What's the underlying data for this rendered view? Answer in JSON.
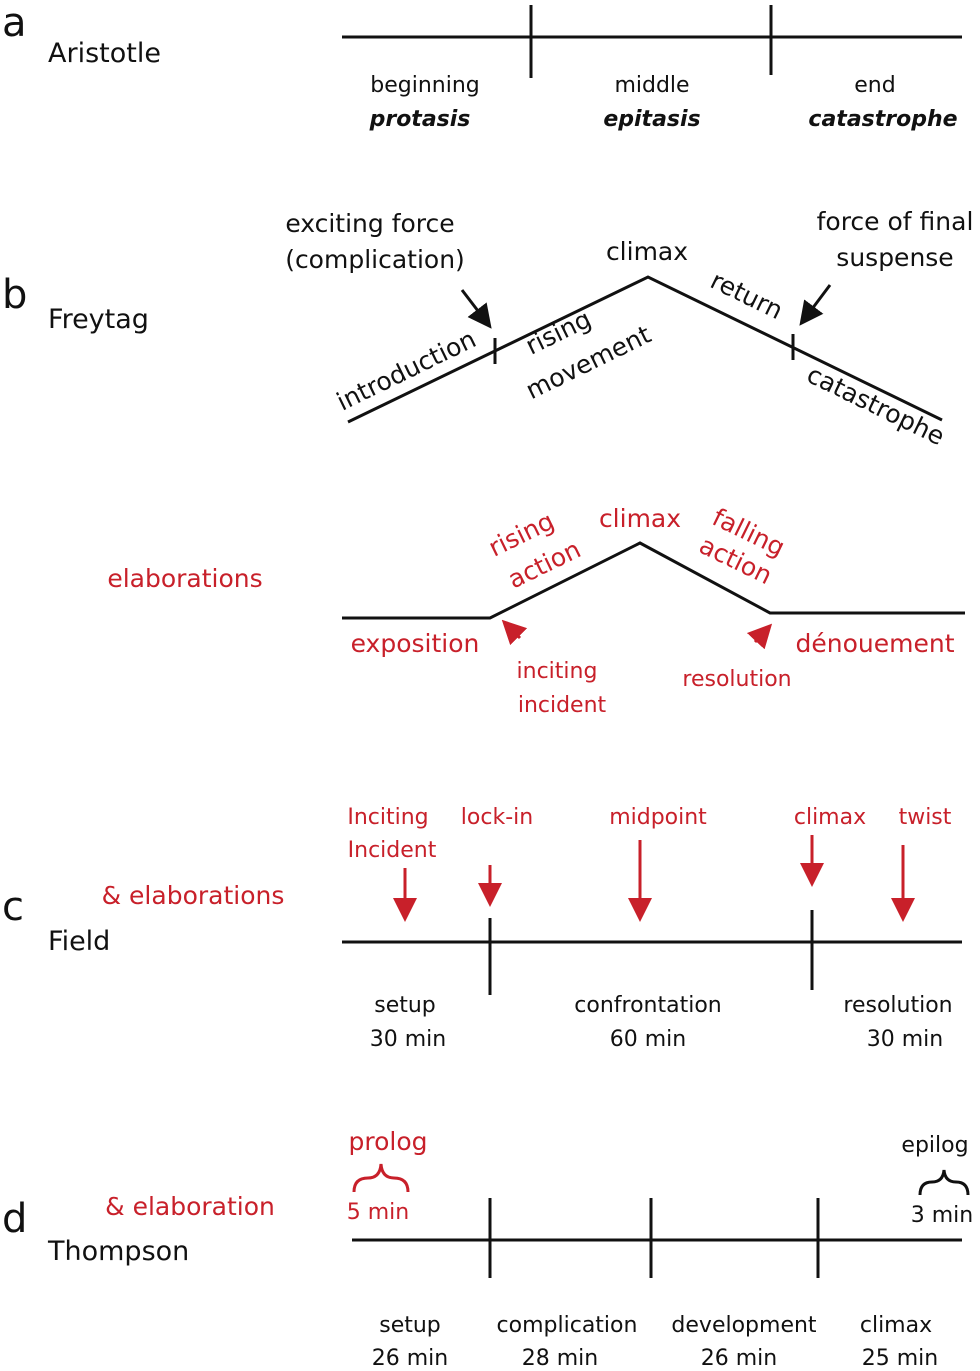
{
  "colors": {
    "accent": "#c8202a",
    "line": "#111111"
  },
  "a": {
    "letter": "a",
    "name": "Aristotle",
    "parts": [
      {
        "label": "beginning",
        "term": "protasis"
      },
      {
        "label": "middle",
        "term": "epitasis"
      },
      {
        "label": "end",
        "term": "catastrophe"
      }
    ]
  },
  "b": {
    "letter": "b",
    "name": "Freytag",
    "exciting_1": "exciting force",
    "exciting_2": "(complication)",
    "climax": "climax",
    "final_1": "force of final",
    "final_2": "suspense",
    "introduction": "introduction",
    "rising_1": "rising",
    "rising_2": "movement",
    "return": "return",
    "catastrophe": "catastrophe",
    "elab": {
      "title": "elaborations",
      "rising_1": "rising",
      "rising_2": "action",
      "climax": "climax",
      "falling_1": "falling",
      "falling_2": "action",
      "exposition": "exposition",
      "inciting_1": "inciting",
      "inciting_2": "incident",
      "resolution": "resolution",
      "denouement": "dénouement"
    }
  },
  "c": {
    "letter": "c",
    "name": "Field",
    "elab": "& elaborations",
    "events": [
      "Inciting",
      "Incident",
      "lock-in",
      "midpoint",
      "climax",
      "twist"
    ],
    "parts": [
      {
        "label": "setup",
        "time": "30 min"
      },
      {
        "label": "confrontation",
        "time": "60 min"
      },
      {
        "label": "resolution",
        "time": "30 min"
      }
    ]
  },
  "d": {
    "letter": "d",
    "name": "Thompson",
    "elab": "& elaboration",
    "prolog": "prolog",
    "prolog_time": "5 min",
    "epilog": "epilog",
    "epilog_time": "3 min",
    "parts": [
      {
        "label": "setup",
        "time": "26 min"
      },
      {
        "label": "complication",
        "time": "28 min"
      },
      {
        "label": "development",
        "time": "26 min"
      },
      {
        "label": "climax",
        "time": "25 min"
      }
    ]
  }
}
